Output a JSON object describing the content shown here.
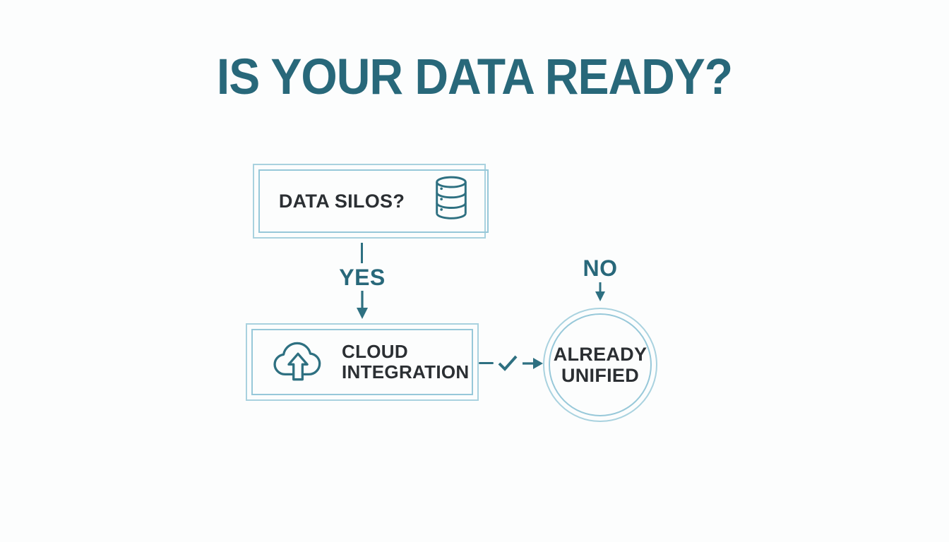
{
  "title": "IS YOUR DATA READY?",
  "colors": {
    "teal": "#28687a",
    "icon_teal": "#2e7081",
    "dark_text": "#2b2f33",
    "border_light": "#a9d2df",
    "border_inner": "#97c8d9",
    "background": "#fcfdfd"
  },
  "flowchart": {
    "silos_node": {
      "label": "DATA SILOS?",
      "icon": "database-icon"
    },
    "yes_branch": {
      "label": "YES"
    },
    "cloud_node": {
      "lines": [
        "CLOUD",
        "INTEGRATION"
      ],
      "icon": "cloud-upload-icon"
    },
    "check_connector": {
      "icon": "checkmark-icon"
    },
    "no_branch": {
      "label": "NO"
    },
    "unified_node": {
      "lines": [
        "ALREADY",
        "UNIFIED"
      ]
    }
  }
}
